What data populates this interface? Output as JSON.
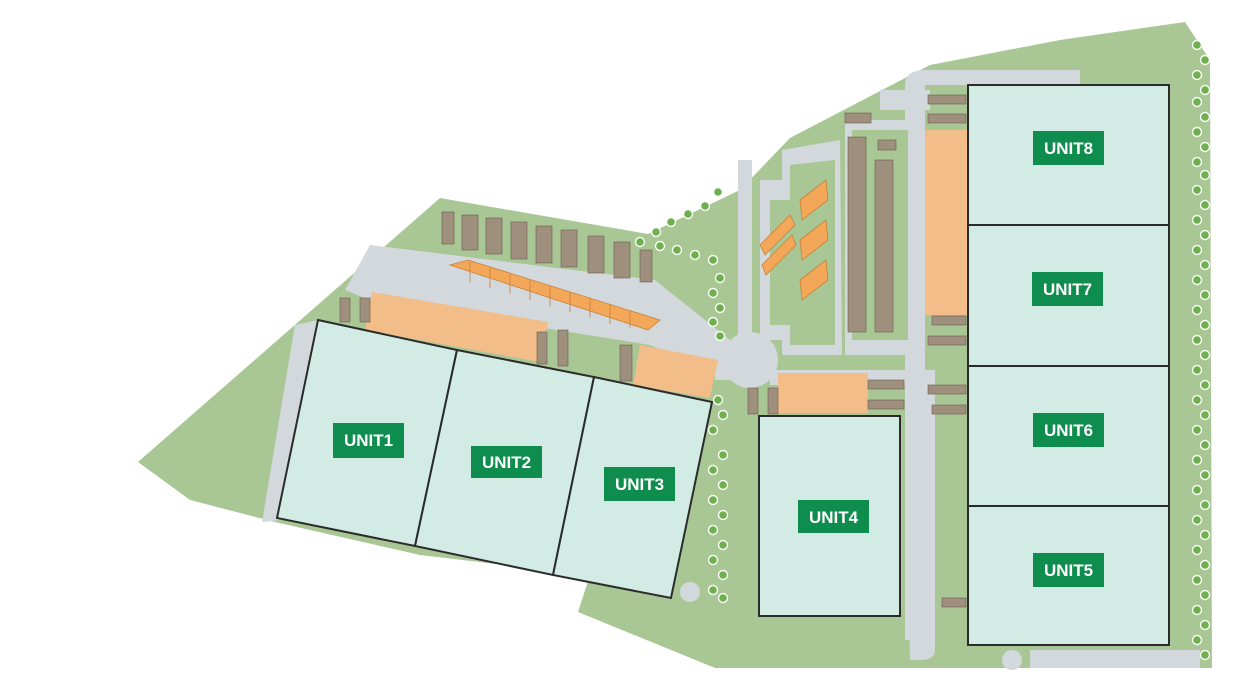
{
  "colors": {
    "land": "#a9c795",
    "road": "#d2d8dc",
    "yard": "#f2bd88",
    "building": "#d2ebe4",
    "outline": "#2b2b2b",
    "label_bg": "#0e8d4f",
    "label_text": "#ffffff",
    "tree": "#6db04d",
    "parking": "#8c7c6c"
  },
  "icons": [
    "tree-icon",
    "parking-bay-icon",
    "diagonal-parking-icon"
  ],
  "units": [
    {
      "id": "unit1",
      "label": "UNIT1"
    },
    {
      "id": "unit2",
      "label": "UNIT2"
    },
    {
      "id": "unit3",
      "label": "UNIT3"
    },
    {
      "id": "unit4",
      "label": "UNIT4"
    },
    {
      "id": "unit5",
      "label": "UNIT5"
    },
    {
      "id": "unit6",
      "label": "UNIT6"
    },
    {
      "id": "unit7",
      "label": "UNIT7"
    },
    {
      "id": "unit8",
      "label": "UNIT8"
    }
  ]
}
